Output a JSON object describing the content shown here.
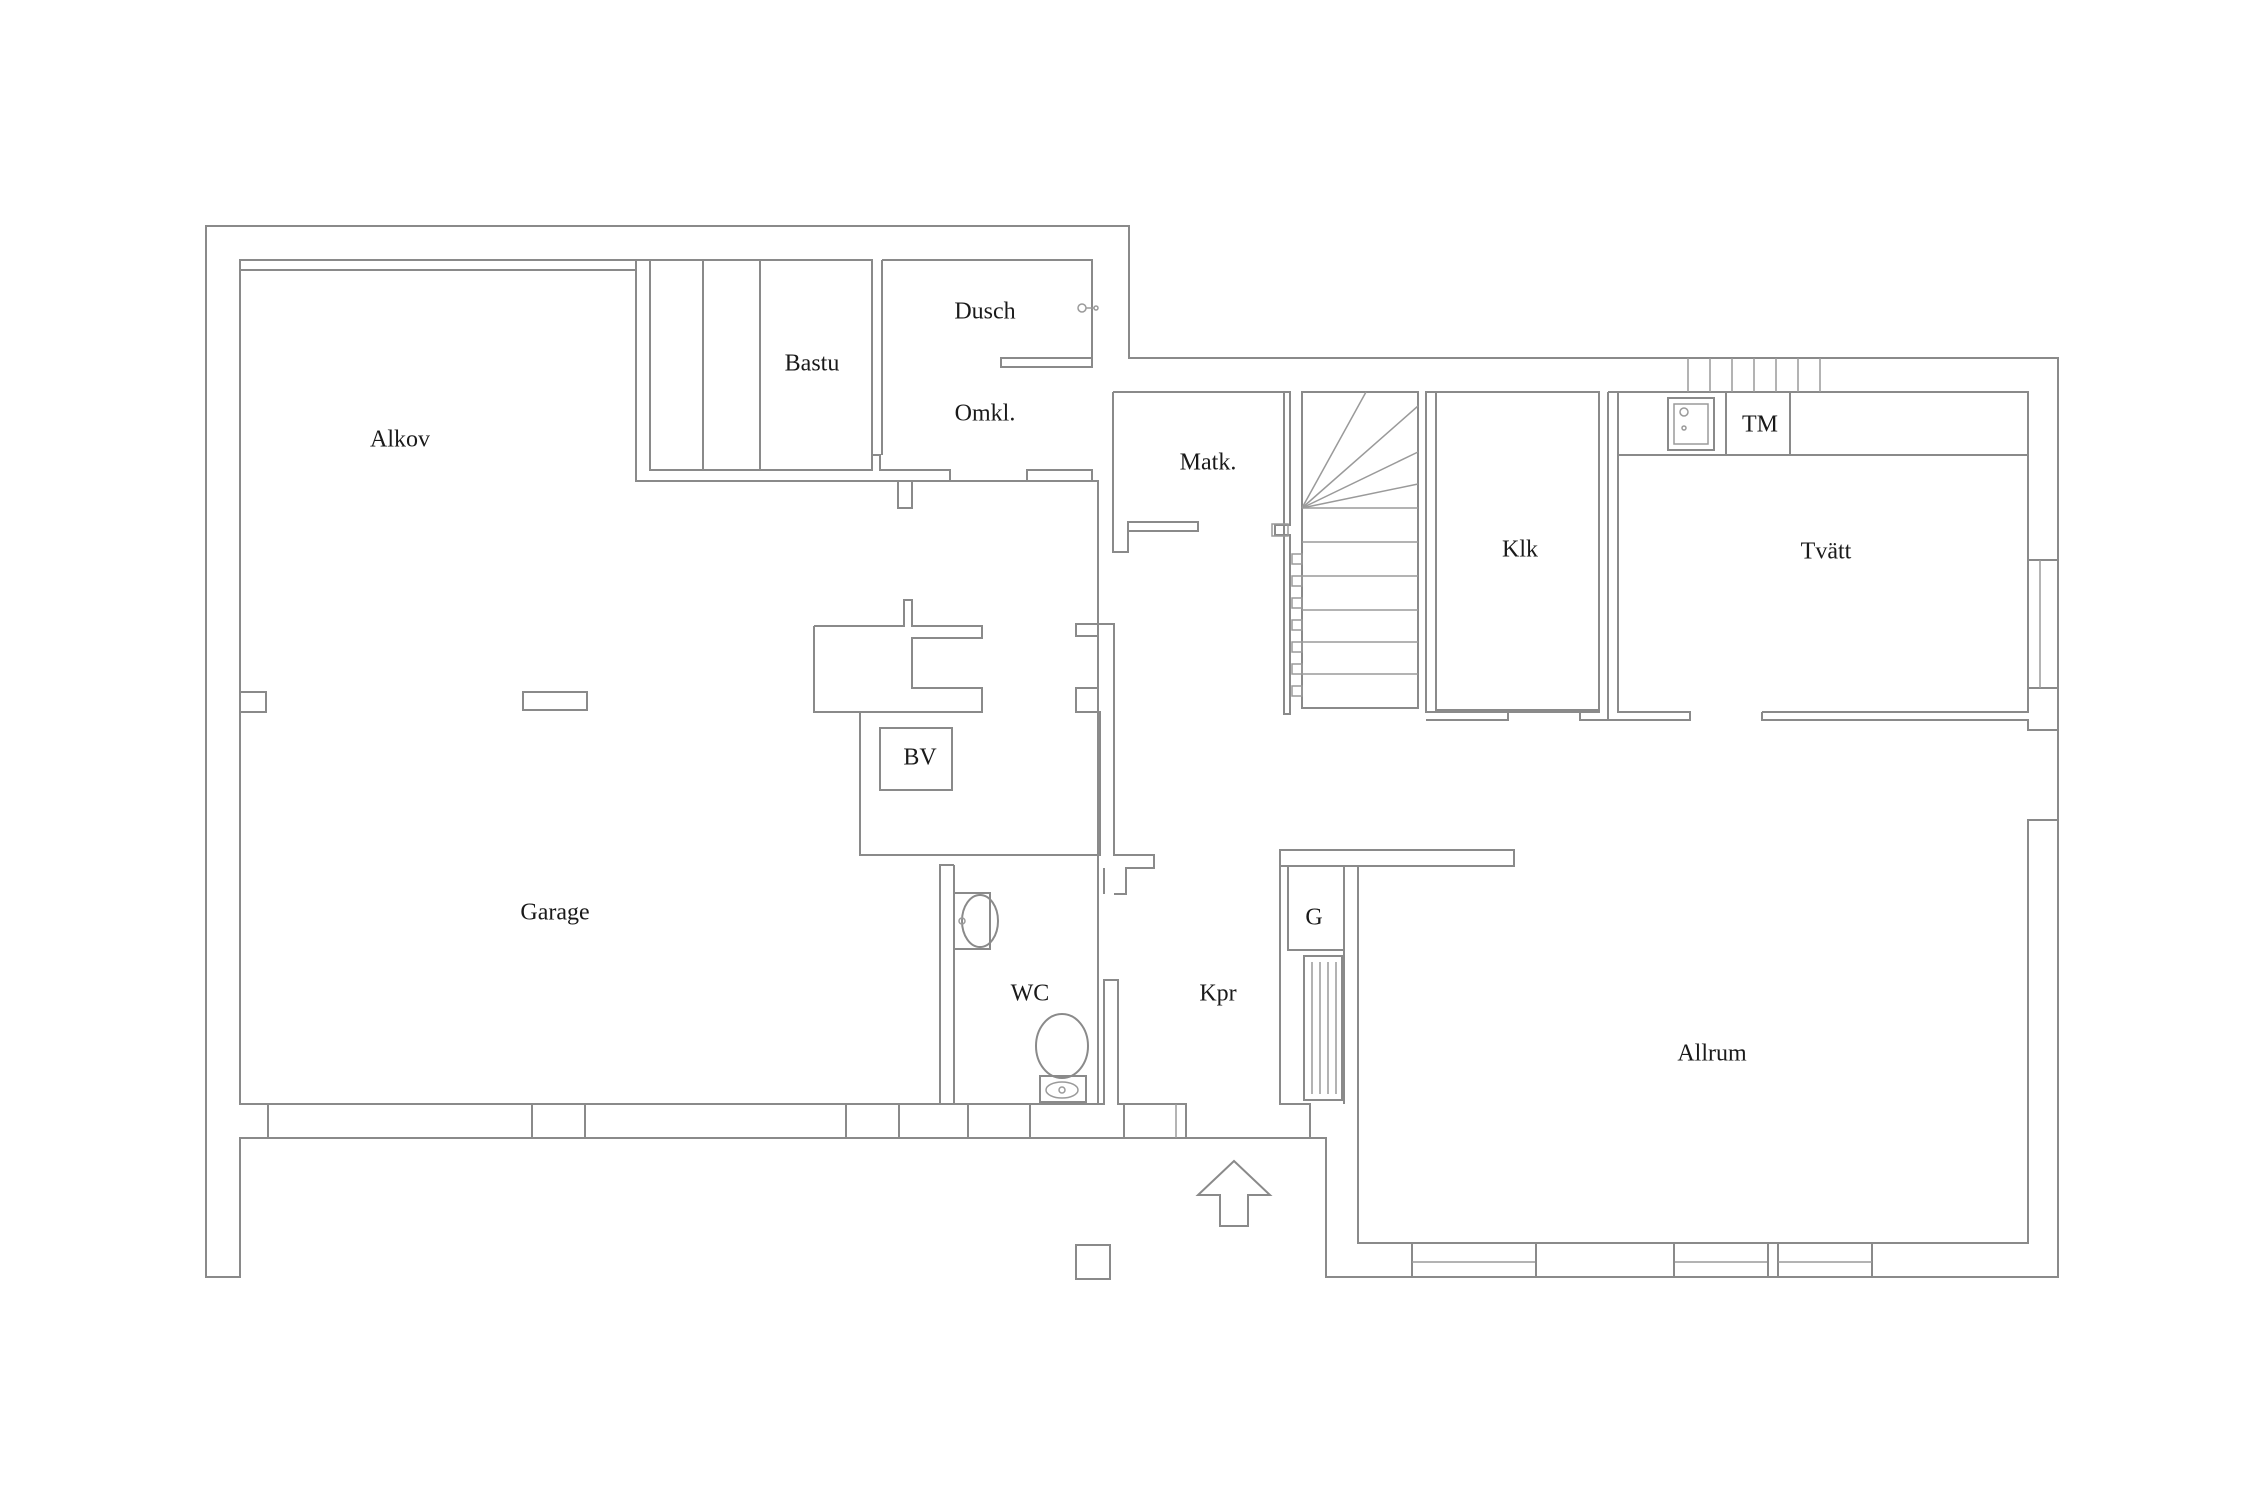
{
  "floor_plan": {
    "rooms": {
      "alkov": "Alkov",
      "bastu": "Bastu",
      "dusch": "Dusch",
      "omkl": "Omkl.",
      "matk": "Matk.",
      "klk": "Klk",
      "tm": "TM",
      "tvatt": "Tvätt",
      "bv": "BV",
      "garage": "Garage",
      "g": "G",
      "wc": "WC",
      "kpr": "Kpr",
      "allrum": "Allrum"
    },
    "icons": {
      "entrance": "entrance-arrow-icon",
      "sink": "sink-icon",
      "toilet": "toilet-icon",
      "shower": "shower-head-icon",
      "washbasin": "utility-sink-icon",
      "stairs": "staircase-icon",
      "radiator": "radiator-icon"
    },
    "colors": {
      "wall_stroke": "#8a8a8a",
      "label": "#1a1a1a",
      "background": "#ffffff"
    }
  }
}
